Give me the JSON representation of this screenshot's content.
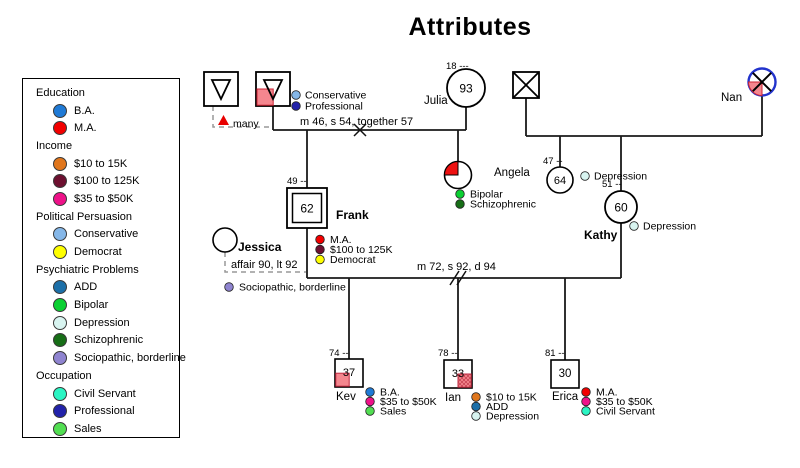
{
  "title": "Attributes",
  "legend": {
    "sections": [
      {
        "header": "Education",
        "items": [
          {
            "label": "B.A.",
            "color": "#1f7ad6"
          },
          {
            "label": "M.A.",
            "color": "#f20000"
          }
        ]
      },
      {
        "header": "Income",
        "items": [
          {
            "label": "$10 to 15K",
            "color": "#e0761c"
          },
          {
            "label": "$100 to 125K",
            "color": "#6d1030"
          },
          {
            "label": "$35 to $50K",
            "color": "#ee1289"
          }
        ]
      },
      {
        "header": "Political Persuasion",
        "items": [
          {
            "label": "Conservative",
            "color": "#85b7e8"
          },
          {
            "label": "Democrat",
            "color": "#ffff00"
          }
        ]
      },
      {
        "header": "Psychiatric Problems",
        "items": [
          {
            "label": "ADD",
            "color": "#1c6fa8"
          },
          {
            "label": "Bipolar",
            "color": "#0bd032"
          },
          {
            "label": "Depression",
            "color": "#d8f4f0"
          },
          {
            "label": "Schizophrenic",
            "color": "#176e17"
          },
          {
            "label": "Sociopathic, borderline",
            "color": "#8f84d0"
          }
        ]
      },
      {
        "header": "Occupation",
        "items": [
          {
            "label": "Civil Servant",
            "color": "#2bf5c3"
          },
          {
            "label": "Professional",
            "color": "#2222aa"
          },
          {
            "label": "Sales",
            "color": "#52de52"
          }
        ]
      }
    ]
  },
  "unions": {
    "left": {
      "label": "m 46, s 54, together 57"
    },
    "center": {
      "label": "m 72, s 92, d 94"
    },
    "affair": {
      "label": "affair 90, lt 92"
    },
    "many": {
      "label": "many"
    }
  },
  "people": {
    "frank_father": {
      "attrs": [
        {
          "label": "Conservative",
          "color": "#85b7e8"
        },
        {
          "label": "Professional",
          "color": "#2222aa"
        }
      ]
    },
    "julia": {
      "name": "Julia",
      "age": "93",
      "birth": "18 ---"
    },
    "nan": {
      "name": "Nan"
    },
    "frank": {
      "name": "Frank",
      "age": "62",
      "birth": "49 --",
      "attrs": [
        {
          "label": "M.A.",
          "color": "#f20000"
        },
        {
          "label": "$100 to 125K",
          "color": "#6d1030"
        },
        {
          "label": "Democrat",
          "color": "#ffff00"
        }
      ]
    },
    "angela": {
      "name": "Angela",
      "attrs": [
        {
          "label": "Bipolar",
          "color": "#0bd032"
        },
        {
          "label": "Schizophrenic",
          "color": "#176e17"
        }
      ]
    },
    "relative_64": {
      "age": "64",
      "birth": "47 --",
      "attrs": [
        {
          "label": "Depression",
          "color": "#d8f4f0"
        }
      ]
    },
    "kathy": {
      "name": "Kathy",
      "age": "60",
      "birth": "51 --",
      "attrs": [
        {
          "label": "Depression",
          "color": "#d8f4f0"
        }
      ]
    },
    "jessica": {
      "name": "Jessica",
      "attrs": [
        {
          "label": "Sociopathic, borderline",
          "color": "#8f84d0"
        }
      ]
    },
    "kev": {
      "name": "Kev",
      "age": "37",
      "birth": "74 --",
      "attrs": [
        {
          "label": "B.A.",
          "color": "#1f7ad6"
        },
        {
          "label": "$35 to $50K",
          "color": "#ee1289"
        },
        {
          "label": "Sales",
          "color": "#52de52"
        }
      ]
    },
    "ian": {
      "name": "Ian",
      "age": "33",
      "birth": "78 --",
      "attrs": [
        {
          "label": "$10 to 15K",
          "color": "#e0761c"
        },
        {
          "label": "ADD",
          "color": "#1c6fa8"
        },
        {
          "label": "Depression",
          "color": "#d8f4f0"
        }
      ]
    },
    "erica": {
      "name": "Erica",
      "age": "30",
      "birth": "81 --",
      "attrs": [
        {
          "label": "M.A.",
          "color": "#f20000"
        },
        {
          "label": "$35 to $50K",
          "color": "#ee1289"
        },
        {
          "label": "Civil Servant",
          "color": "#2bf5c3"
        }
      ]
    }
  }
}
